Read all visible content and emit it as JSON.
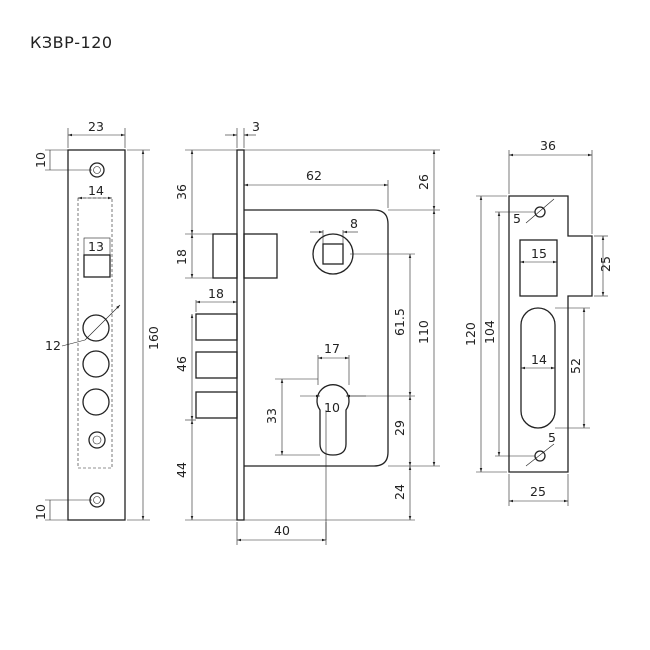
{
  "title": "КЗВР-120",
  "faceplate": {
    "width": "23",
    "height": "160",
    "top_offset": "10",
    "bottom_offset": "10",
    "slot_width": "14",
    "square_hole": "13",
    "cylinder_hole": "12"
  },
  "lock_body": {
    "plate_thickness": "3",
    "backset": "62",
    "top_to_box": "36",
    "latch_height": "18",
    "bolt_length": "18",
    "bolt_pitch": "46",
    "bolt_bottom": "44",
    "spindle_size": "8",
    "top_gap": "26",
    "spindle_to_cyl": "61.5",
    "body_height": "110",
    "cyl_width": "17",
    "cyl_height": "33",
    "cyl_pin": "10",
    "cyl_bottom": "29",
    "bottom_gap": "24",
    "cyl_backset": "40"
  },
  "strike_plate": {
    "width": "36",
    "screw_top": "5",
    "latch_window": "15",
    "latch_height": "25",
    "height": "120",
    "screw_spacing": "104",
    "bolt_window": "14",
    "bolt_height": "52",
    "screw_bottom": "5",
    "base_width": "25"
  }
}
